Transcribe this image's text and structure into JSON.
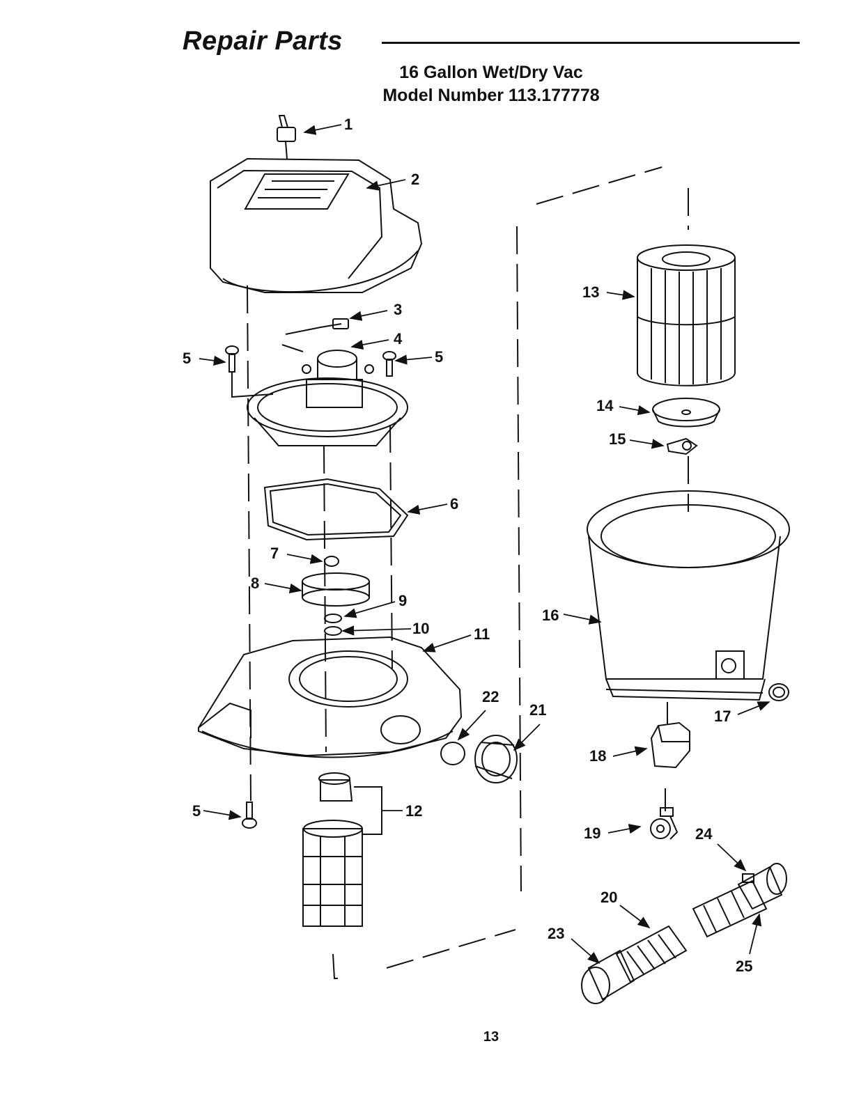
{
  "header": {
    "title": "Repair Parts",
    "subtitle_line1": "16 Gallon Wet/Dry Vac",
    "subtitle_line2": "Model Number 113.177778"
  },
  "callouts": {
    "c1": "1",
    "c2": "2",
    "c3": "3",
    "c4": "4",
    "c5a": "5",
    "c5b": "5",
    "c5c": "5",
    "c6": "6",
    "c7": "7",
    "c8": "8",
    "c9": "9",
    "c10": "10",
    "c11": "11",
    "c12": "12",
    "c13": "13",
    "c14": "14",
    "c15": "15",
    "c16": "16",
    "c17": "17",
    "c18": "18",
    "c19": "19",
    "c20": "20",
    "c21": "21",
    "c22": "22",
    "c23": "23",
    "c24": "24",
    "c25": "25"
  },
  "footer": {
    "page_number": "13"
  }
}
